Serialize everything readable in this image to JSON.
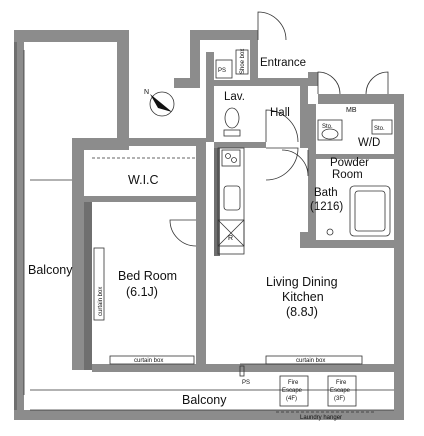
{
  "rooms": {
    "balcony_left": "Balcony",
    "balcony_bottom": "Balcony",
    "bedroom": "Bed Room",
    "bedroom_size": "(6.1J)",
    "wic": "W.I.C",
    "living_line1": "Living Dining",
    "living_line2": "Kitchen",
    "living_size": "(8.8J)",
    "entrance": "Entrance",
    "lav": "Lav.",
    "hall": "Hall",
    "powder_line1": "Powder",
    "powder_line2": "Room",
    "bath": "Bath",
    "bath_size": "(1216)"
  },
  "labels": {
    "ps_top": "PS",
    "shoe_box": "Shoe box",
    "mb": "MB",
    "sto1": "Sto.",
    "sto2": "Sto.",
    "wd": "W/D",
    "fridge": "R",
    "curtain_box_bed": "curtain box",
    "curtain_box_side": "curtain box",
    "curtain_box_living": "curtain box",
    "ps_bottom": "PS",
    "fire_escape_left_line1": "Fire",
    "fire_escape_left_line2": "Escape",
    "fire_escape_left_floor": "(4F)",
    "fire_escape_right_line1": "Fire",
    "fire_escape_right_line2": "Escape",
    "fire_escape_right_floor": "(3F)",
    "laundry_hanger": "Laundry hanger",
    "north": "N"
  }
}
